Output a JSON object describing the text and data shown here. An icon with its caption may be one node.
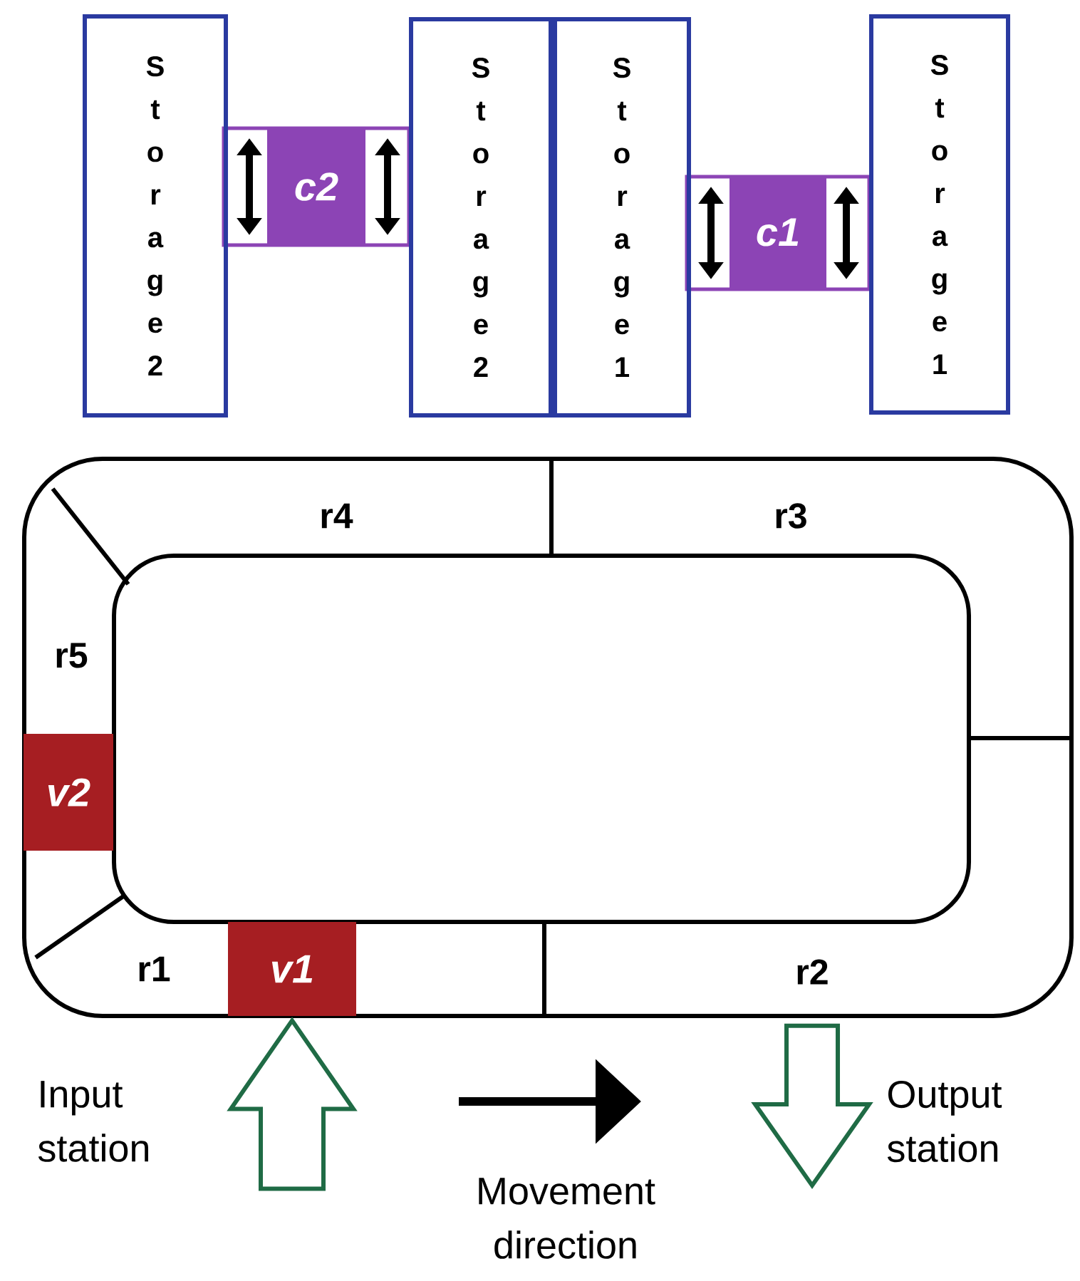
{
  "diagram": {
    "nodes": [
      {
        "text": [
          "Storage 2"
        ]
      },
      {
        "text": [
          "Storage 2"
        ]
      },
      {
        "text": [
          "Storage 1"
        ]
      },
      {
        "text": [
          "Storage 1"
        ]
      },
      {
        "text": [
          "c2"
        ]
      },
      {
        "text": [
          "c1"
        ]
      },
      {
        "text": [
          "r4"
        ]
      },
      {
        "text": [
          "r3"
        ]
      },
      {
        "text": [
          "r5"
        ]
      },
      {
        "text": [
          "v2"
        ]
      },
      {
        "text": [
          "r1"
        ]
      },
      {
        "text": [
          "v1"
        ]
      },
      {
        "text": [
          "r2"
        ]
      }
    ],
    "edges": [
      {
        "from": null,
        "to": 11,
        "arrow": "to",
        "color": "#1f6b45"
      },
      {
        "from": 12,
        "to": null,
        "arrow": "to",
        "color": "#1f6b45"
      }
    ],
    "labels": [
      "Input station",
      "Movement direction",
      "Output station"
    ]
  }
}
